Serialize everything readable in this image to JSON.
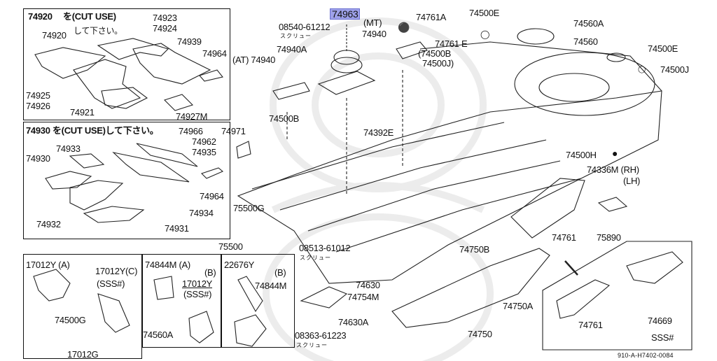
{
  "diagram": {
    "title_code": "910-A-H7402-0084",
    "highlighted_part": "74963",
    "highlight_color": "#9fa2ea"
  },
  "boxes": {
    "box1": {
      "header_part": "74920",
      "header_note": "を(CUT USE)",
      "header_note2": "して下さい。",
      "labels": [
        "74920",
        "74923",
        "74924",
        "74939",
        "74964",
        "74925",
        "74926",
        "74921",
        "74927M"
      ]
    },
    "box2": {
      "header": "74930 を(CUT USE)して下さい。",
      "labels": [
        "74966",
        "74971",
        "74962",
        "74935",
        "74933",
        "74930",
        "74964",
        "74934",
        "74932",
        "74931"
      ]
    },
    "box3": {
      "labels": [
        "17012Y (A)",
        "17012Y(C)",
        "(SSS#)",
        "74500G",
        "17012G"
      ]
    },
    "box4": {
      "labels": [
        "74844M (A)",
        "(B)",
        "17012Y",
        "(SSS#)",
        "74560A"
      ]
    },
    "box5": {
      "labels": [
        "22676Y",
        "(B)",
        "74844M"
      ]
    },
    "box6": {
      "labels": [
        "74761",
        "74669",
        "SSS#"
      ]
    }
  },
  "main": {
    "screw_note": "スクリュー",
    "labels": {
      "p08540": "08540-61212",
      "p74963": "74963",
      "mt": "(MT)",
      "p74940mt": "74940",
      "p74761A": "74761A",
      "p74500E_top": "74500E",
      "p74560A": "74560A",
      "p74560": "74560",
      "p74500E_right": "74500E",
      "p74500J_right": "74500J",
      "p74940A": "74940A",
      "at74940": "(AT) 74940",
      "p74761E": "74761 E",
      "p74500B_paren": "(74500B",
      "p74500J_paren": "74500J)",
      "p74500B": "74500B",
      "p74392E": "74392E",
      "p74500H": "74500H",
      "p74336M": "74336M (RH)",
      "lh": "(LH)",
      "p75500G": "75500G",
      "p75500": "75500",
      "p08513": "08513-61012",
      "p74761": "74761",
      "p75890": "75890",
      "p74750B": "74750B",
      "p74630": "74630",
      "p74754M": "74754M",
      "p74750A": "74750A",
      "p74630A": "74630A",
      "p08363": "08363-61223",
      "p74750": "74750"
    }
  }
}
